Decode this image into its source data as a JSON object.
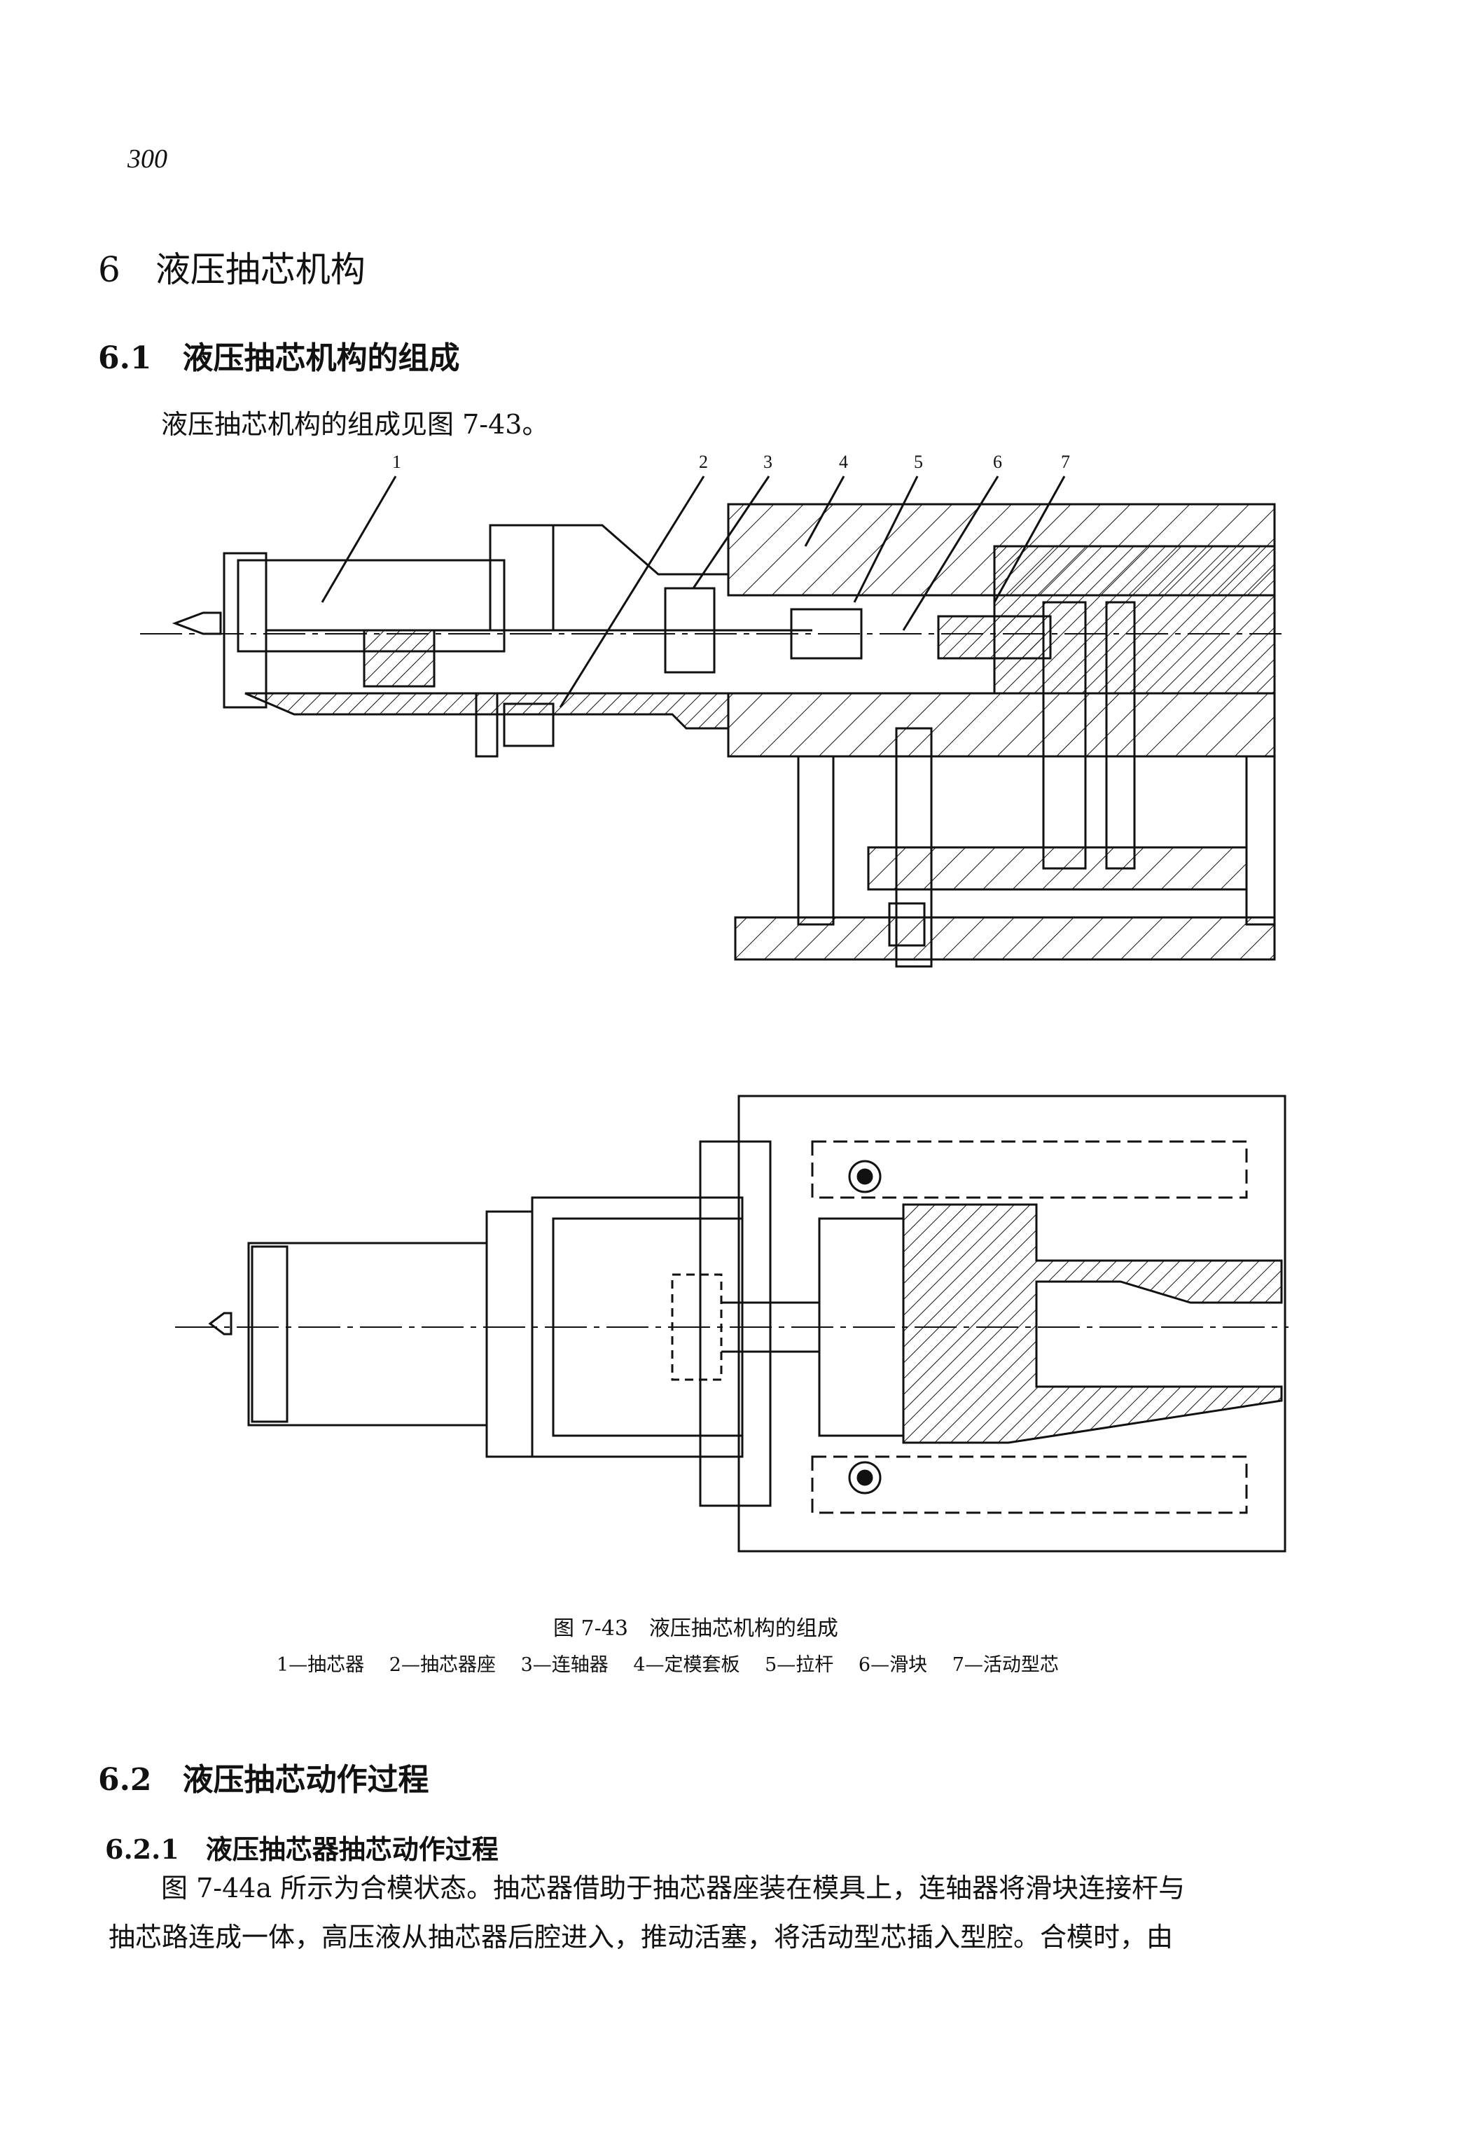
{
  "page_number": "300",
  "section": {
    "number": "6",
    "title": "液压抽芯机构"
  },
  "subsection_1": {
    "number": "6.1",
    "title": "液压抽芯机构的组成"
  },
  "intro_text": "液压抽芯机构的组成见图 7-43。",
  "figure": {
    "part_numbers": [
      "1",
      "2",
      "3",
      "4",
      "5",
      "6",
      "7"
    ],
    "caption": "图 7-43　液压抽芯机构的组成",
    "legend": [
      "1—抽芯器",
      "2—抽芯器座",
      "3—连轴器",
      "4—定模套板",
      "5—拉杆",
      "6—滑块",
      "7—活动型芯"
    ]
  },
  "subsection_2": {
    "number": "6.2",
    "title": "液压抽芯动作过程"
  },
  "subsubsection": {
    "number": "6.2.1",
    "title": "液压抽芯器抽芯动作过程"
  },
  "paragraph": [
    "图 7-44a 所示为合模状态。抽芯器借助于抽芯器座装在模具上，连轴器将滑块连接杆与",
    "抽芯路连成一体，高压液从抽芯器后腔进入，推动活塞，将活动型芯插入型腔。合模时，由"
  ]
}
